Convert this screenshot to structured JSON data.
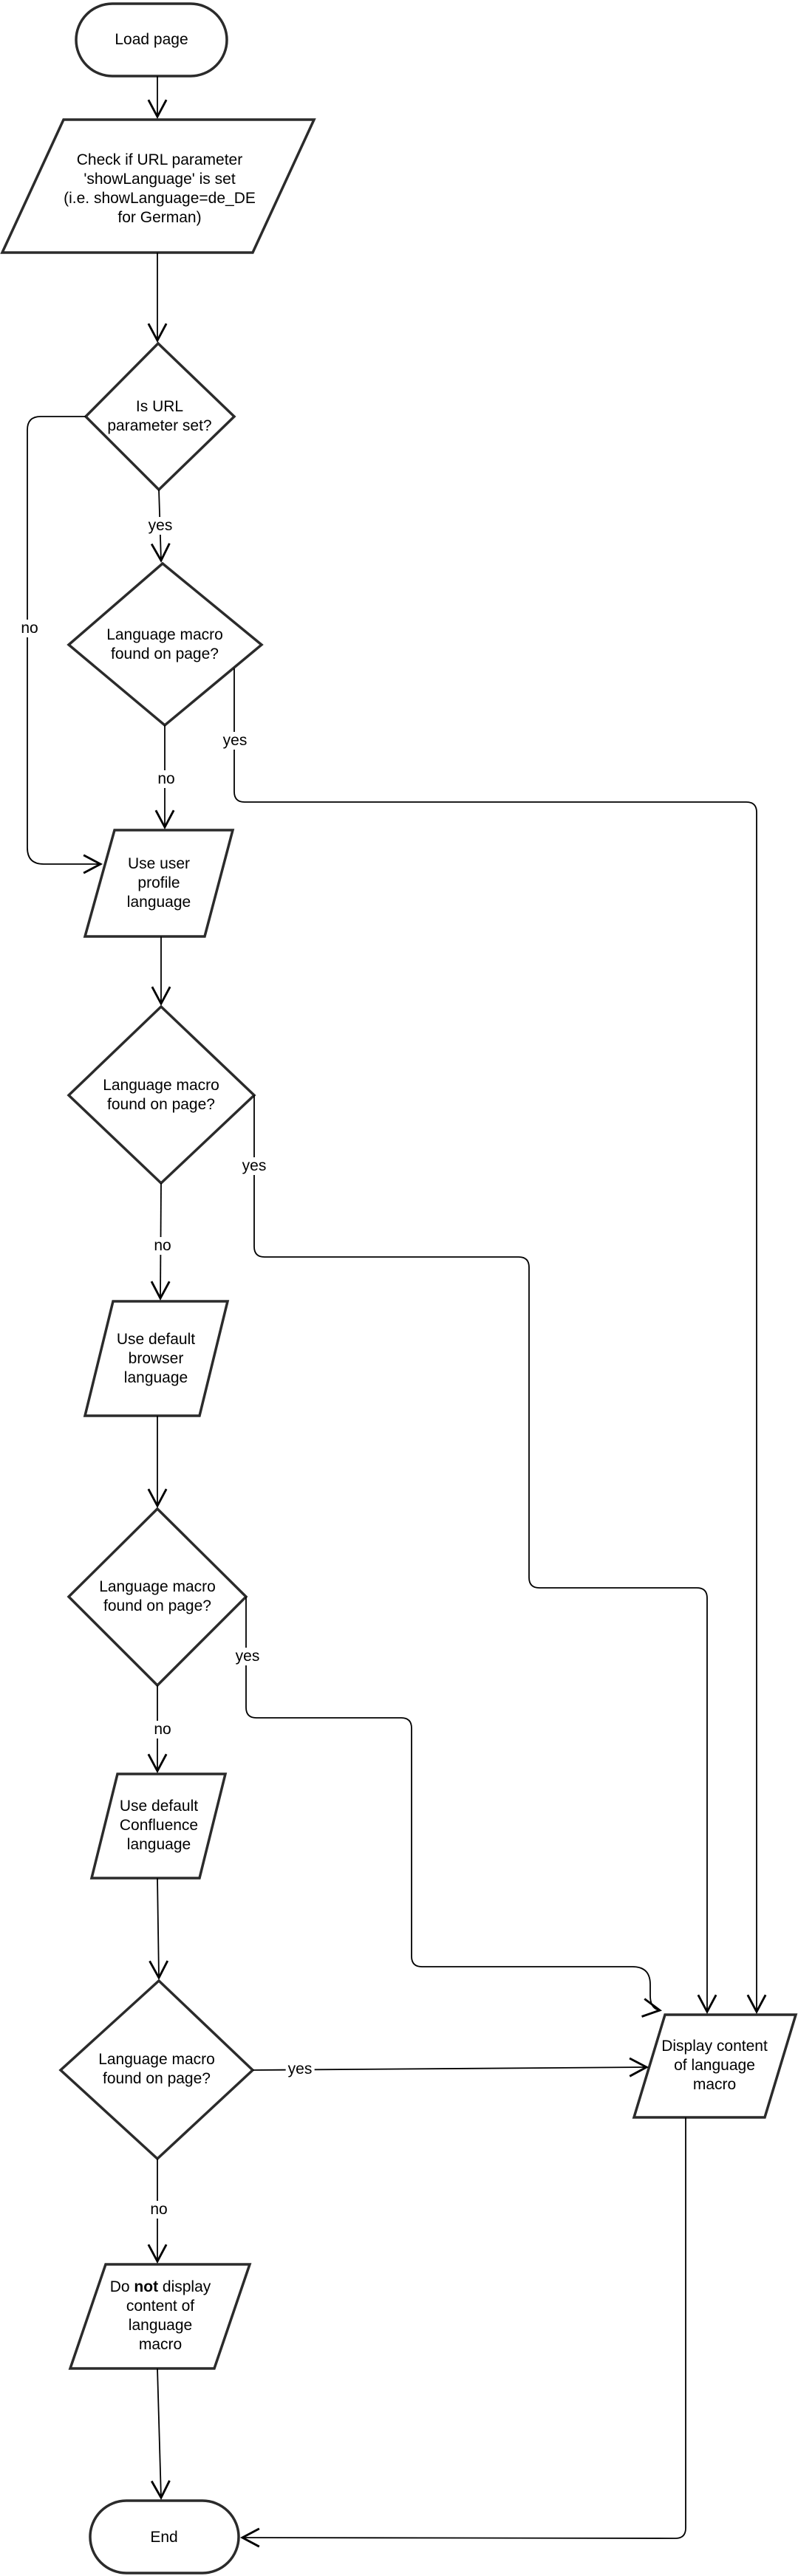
{
  "diagram": {
    "colors": {
      "background": "#ffffff",
      "shape_stroke": "#2b2b2b",
      "edge_stroke": "#000000",
      "text": "#000000"
    },
    "nodes": {
      "start": {
        "type": "terminator",
        "label": "Load page"
      },
      "check_url": {
        "type": "data",
        "lines": [
          "Check if URL parameter",
          "'showLanguage' is set",
          "(i.e. showLanguage=de_DE",
          "for German)"
        ]
      },
      "is_url_set": {
        "type": "decision",
        "lines": [
          "Is URL",
          "parameter set?"
        ]
      },
      "macro_found_1": {
        "type": "decision",
        "lines": [
          "Language macro",
          "found on page?"
        ]
      },
      "use_profile": {
        "type": "data",
        "lines": [
          "Use user",
          "profile",
          "language"
        ]
      },
      "macro_found_2": {
        "type": "decision",
        "lines": [
          "Language macro",
          "found on page?"
        ]
      },
      "use_browser": {
        "type": "data",
        "lines": [
          "Use default",
          "browser",
          "language"
        ]
      },
      "macro_found_3": {
        "type": "decision",
        "lines": [
          "Language macro",
          "found on page?"
        ]
      },
      "use_confluence": {
        "type": "data",
        "lines": [
          "Use default",
          "Confluence",
          "language"
        ]
      },
      "macro_found_4": {
        "type": "decision",
        "lines": [
          "Language macro",
          "found on page?"
        ]
      },
      "display_content": {
        "type": "data",
        "lines": [
          "Display content",
          "of language",
          "macro"
        ]
      },
      "no_display": {
        "type": "data",
        "line1_pre": "Do ",
        "line1_bold": "not",
        "line1_post": " display",
        "line2": "content of",
        "line3": "language",
        "line4": "macro"
      },
      "end": {
        "type": "terminator",
        "label": "End"
      }
    },
    "labels": {
      "yes": "yes",
      "no": "no"
    }
  }
}
